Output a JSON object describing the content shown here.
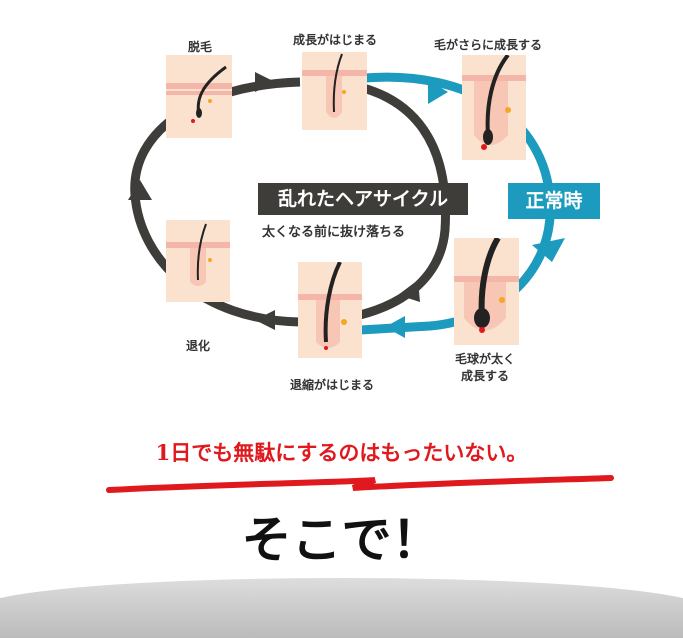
{
  "stages": {
    "dappatsu": "脱毛",
    "growth_start": "成長がはじまる",
    "growth_more": "毛がさらに成長する",
    "bulb_thick_line1": "毛球が太く",
    "bulb_thick_line2": "成長する",
    "regression_start": "退縮がはじまる",
    "degeneration": "退化"
  },
  "disordered": {
    "title": "乱れたヘアサイクル",
    "subtitle": "太くなる前に抜け落ちる"
  },
  "normal": {
    "title": "正常時"
  },
  "message": "1日でも無駄にするのはもったいない。",
  "headline": "そこで！",
  "colors": {
    "dark_cycle": "#3e3d39",
    "normal_cycle": "#1c9bbf",
    "accent_red": "#e0191e",
    "skin": "#fbe2cf"
  }
}
